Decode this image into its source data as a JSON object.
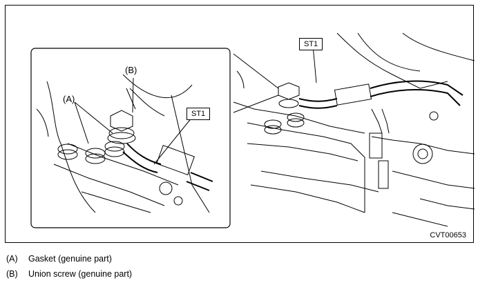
{
  "figure": {
    "code": "CVT00653",
    "labels": {
      "st1_main": "ST1",
      "st1_inset": "ST1",
      "a": "(A)",
      "b": "(B)"
    }
  },
  "legend": [
    {
      "key": "(A)",
      "text": "Gasket (genuine part)"
    },
    {
      "key": "(B)",
      "text": "Union screw (genuine part)"
    }
  ]
}
